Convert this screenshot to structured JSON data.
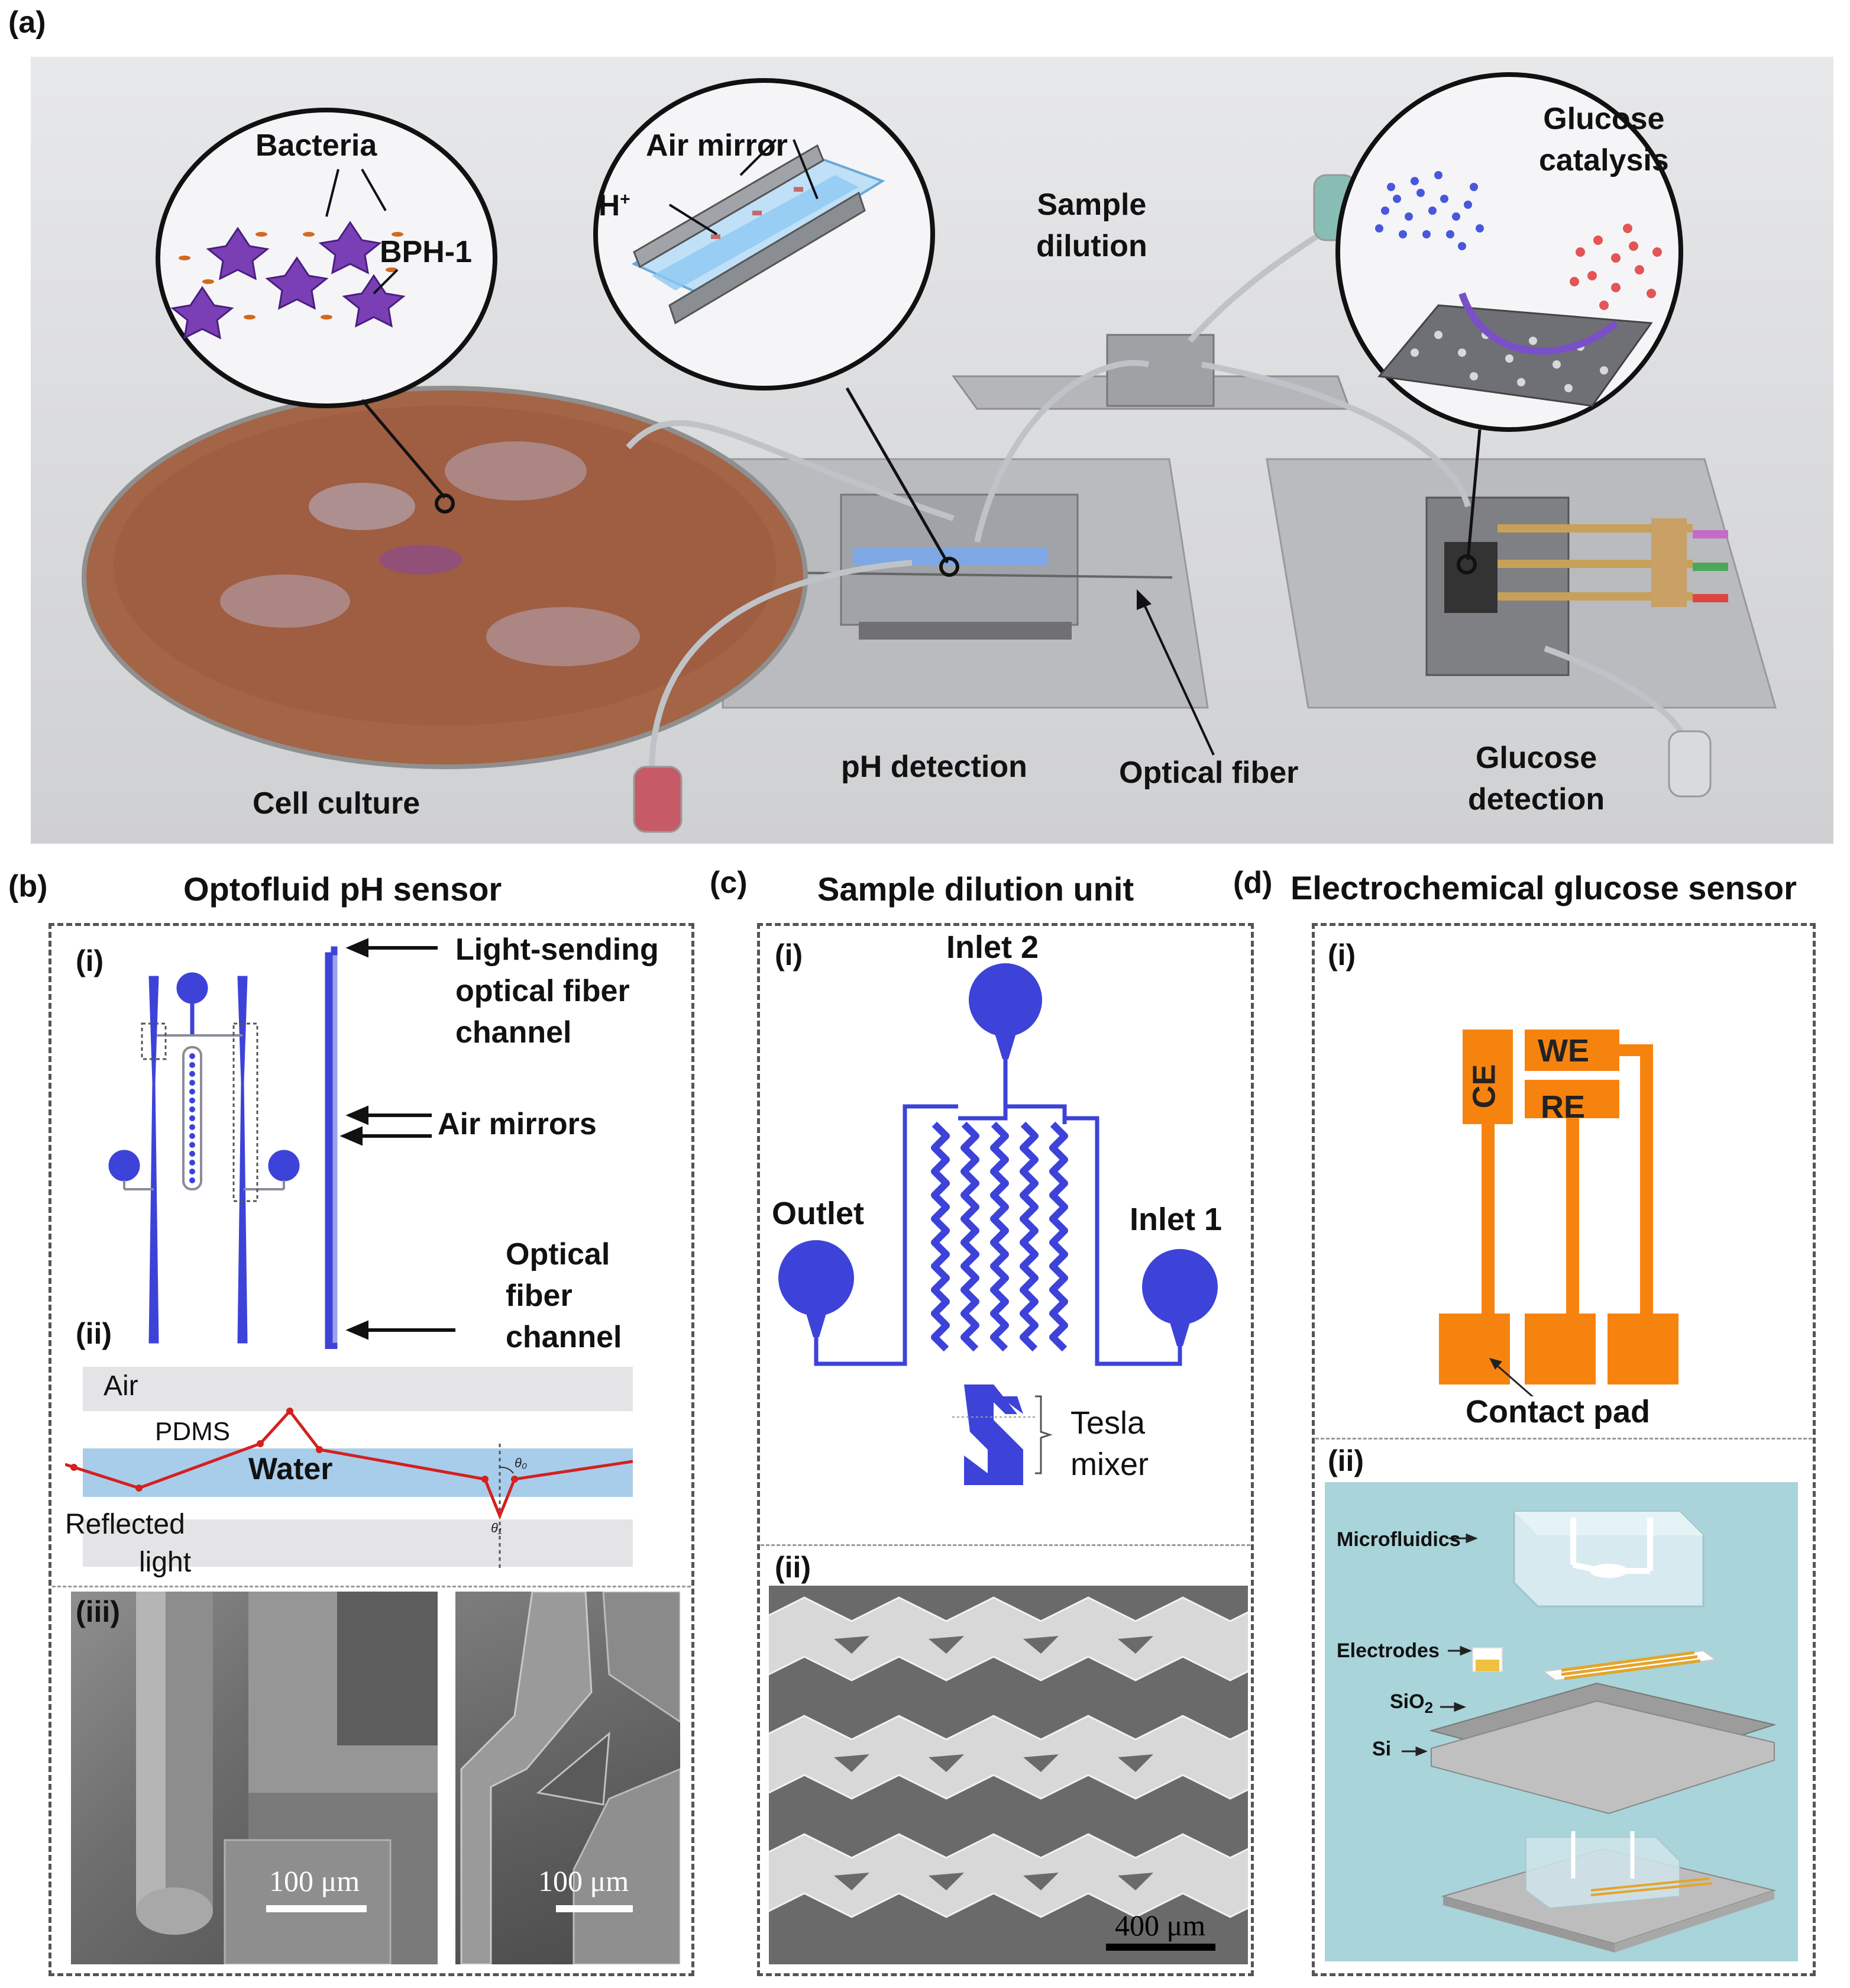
{
  "panel_a": {
    "tag": "(a)",
    "labels": {
      "bacteria": "Bacteria",
      "bph1": "BPH-1",
      "air_mirror": "Air mirror",
      "h_plus": "H",
      "h_plus_sup": "+",
      "sample_dilution_1": "Sample",
      "sample_dilution_2": "dilution",
      "glucose_catalysis_1": "Glucose",
      "glucose_catalysis_2": "catalysis",
      "cell_culture": "Cell culture",
      "ph_detection": "pH detection",
      "optical_fiber": "Optical fiber",
      "glucose_detection_1": "Glucose",
      "glucose_detection_2": "detection"
    }
  },
  "panel_b": {
    "tag": "(b)",
    "title": "Optofluid pH sensor",
    "sub_i": "(i)",
    "sub_ii": "(ii)",
    "sub_iii": "(iii)",
    "light_sending_1": "Light-sending",
    "light_sending_2": "optical fiber",
    "light_sending_3": "channel",
    "air_mirrors": "Air mirrors",
    "optical_fiber_1": "Optical",
    "optical_fiber_2": "fiber",
    "optical_fiber_3": "channel",
    "air": "Air",
    "pdms": "PDMS",
    "water": "Water",
    "reflected_1": "Reflected",
    "reflected_2": "light",
    "theta0": "θ₀",
    "theta1": "θ₁",
    "scale_left": "100 μm",
    "scale_right": "100 μm"
  },
  "panel_c": {
    "tag": "(c)",
    "title": "Sample dilution unit",
    "sub_i": "(i)",
    "sub_ii": "(ii)",
    "inlet2": "Inlet 2",
    "outlet": "Outlet",
    "inlet1": "Inlet 1",
    "tesla_1": "Tesla",
    "tesla_2": "mixer",
    "scale": "400 μm"
  },
  "panel_d": {
    "tag": "(d)",
    "title": "Electrochemical glucose sensor",
    "sub_i": "(i)",
    "sub_ii": "(ii)",
    "ce": "CE",
    "we": "WE",
    "re": "RE",
    "contact_pad": "Contact pad",
    "microfluidics": "Microfluidics",
    "electrodes": "Electrodes",
    "sio2": "SiO",
    "sio2_sub": "2",
    "si": "Si"
  },
  "colors": {
    "channel_blue": "#3d43d8",
    "electrode_orange": "#f7830f",
    "water_blue": "#a8cdea",
    "ray_red": "#d42020",
    "schematic_bg": "#a9d4d9",
    "sem_gray": "#6b6b6b"
  }
}
